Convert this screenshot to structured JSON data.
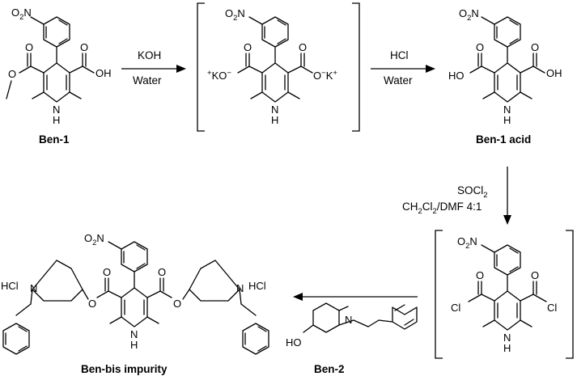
{
  "compounds": {
    "ben1": "Ben-1",
    "ben1_acid": "Ben-1 acid",
    "ben_bis": "Ben-bis impurity",
    "ben2": "Ben-2"
  },
  "steps": {
    "step1": {
      "reagent": "KOH",
      "solvent": "Water"
    },
    "step2": {
      "reagent": "HCl",
      "solvent": "Water"
    },
    "step3": {
      "reagent_a": "SOCl",
      "reagent_a_sub": "2",
      "solvent_parts": [
        "CH",
        "2",
        "Cl",
        "2",
        "/DMF 4:1"
      ]
    }
  },
  "atoms": {
    "o": "O",
    "no2_n": "N",
    "no2_o": "O",
    "no2_sub": "2",
    "oh": "OH",
    "ho": "HO",
    "nh_n": "N",
    "nh_h": "H",
    "n": "N",
    "cl": "Cl",
    "hcl": "HCl",
    "k_plus": "+",
    "k": "K",
    "o_minus": "O",
    "minus": "−"
  }
}
